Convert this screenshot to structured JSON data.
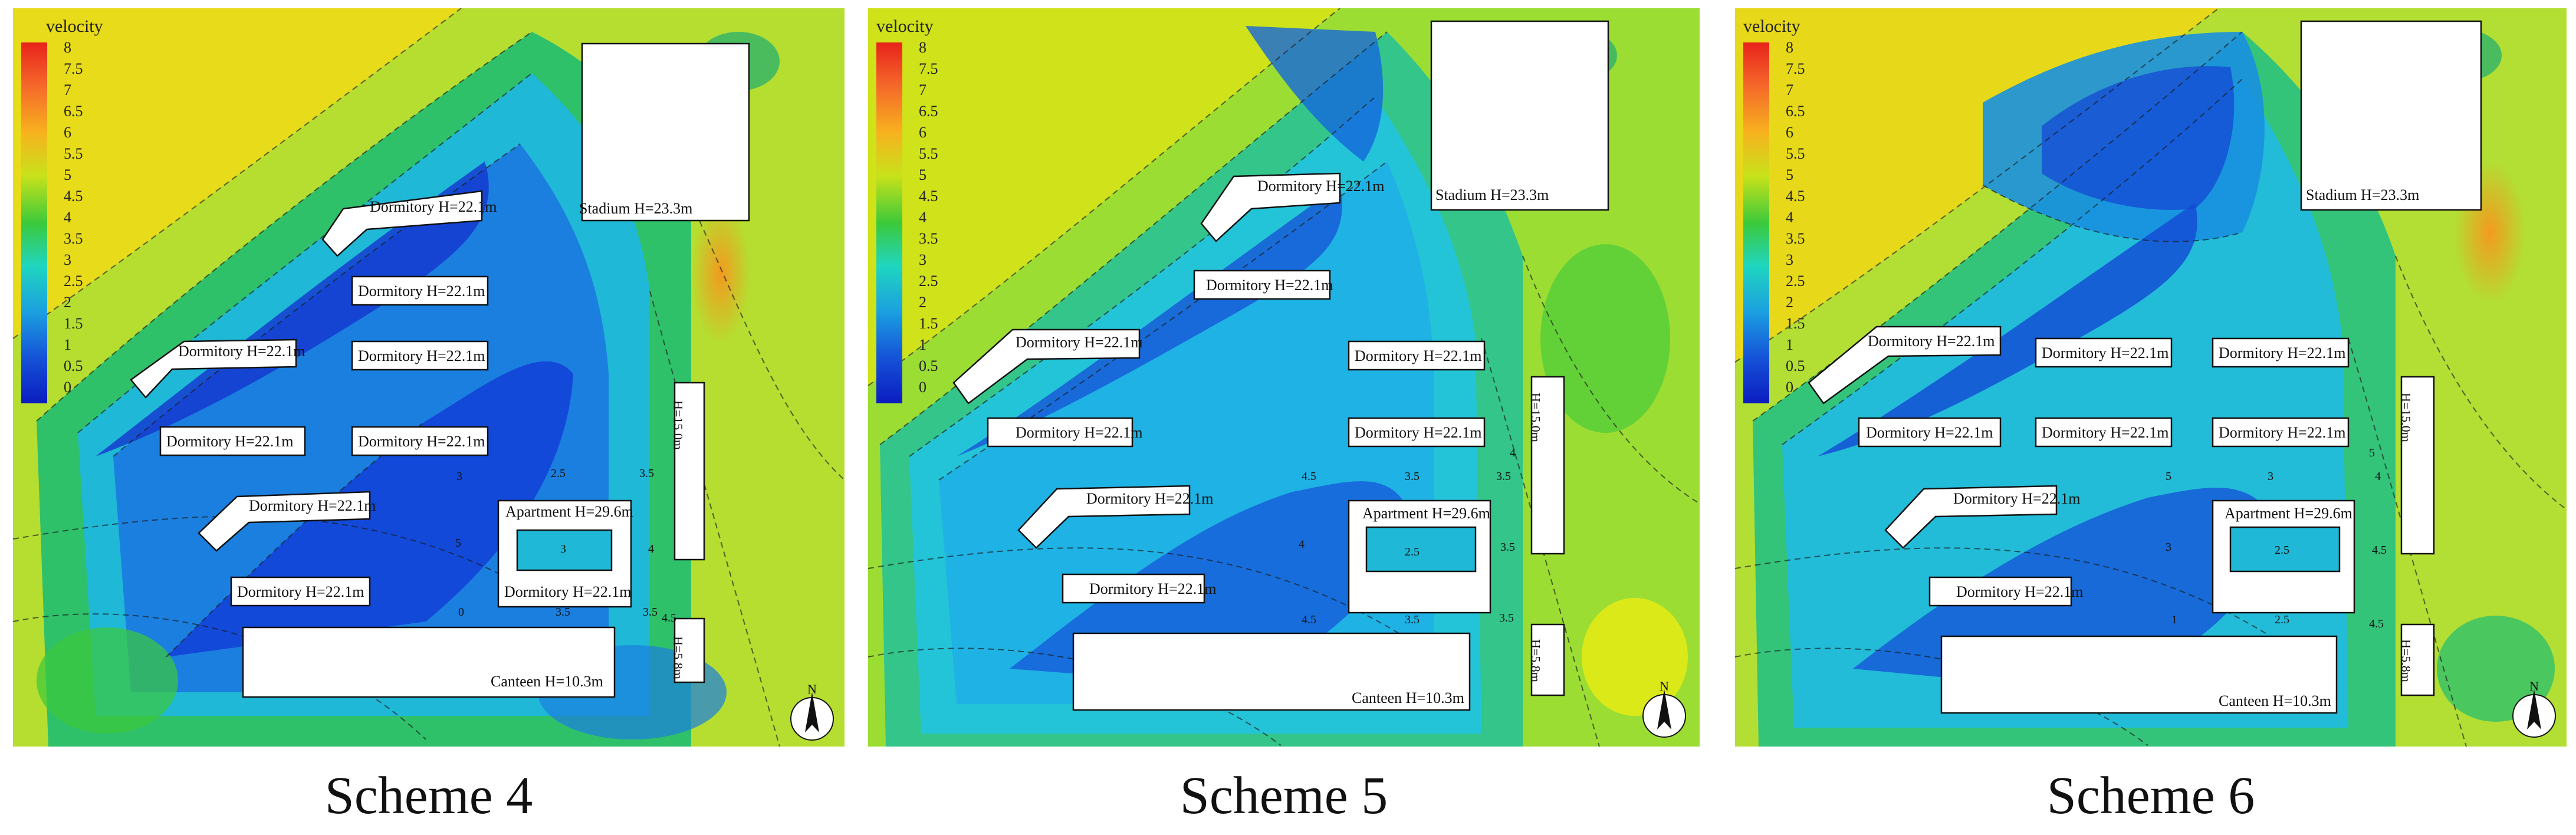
{
  "colorbar": {
    "title": "velocity",
    "ticks": [
      "8",
      "7.5",
      "7",
      "6.5",
      "6",
      "5.5",
      "5",
      "4.5",
      "4",
      "3.5",
      "3",
      "2.5",
      "2",
      "1.5",
      "1",
      "0.5",
      "0"
    ]
  },
  "panels": [
    {
      "caption": "Scheme 4",
      "buildings": [
        {
          "label": "Stadium H=23.3m"
        },
        {
          "label": "Dormitory H=22.1m"
        },
        {
          "label": "Dormitory H=22.1m"
        },
        {
          "label": "Dormitory H=22.1m"
        },
        {
          "label": "Dormitory H=22.1m"
        },
        {
          "label": "Dormitory H=22.1m"
        },
        {
          "label": "Dormitory H=22.1m"
        },
        {
          "label": "Dormitory H=22.1m"
        },
        {
          "label": "Dormitory H=22.1m"
        },
        {
          "label": "Apartment H=29.6m"
        },
        {
          "label": "Dormitory H=22.1m"
        },
        {
          "label": "H=15.0m"
        },
        {
          "label": "H=5.8m"
        },
        {
          "label": "Canteen H=10.3m"
        }
      ],
      "contour_labels": [
        "2.5",
        "3.5",
        "3",
        "5",
        "3",
        "4",
        "3.5",
        "0",
        "3.5",
        "4.5"
      ]
    },
    {
      "caption": "Scheme 5",
      "buildings": [
        {
          "label": "Stadium H=23.3m"
        },
        {
          "label": "Dormitory H=22.1m"
        },
        {
          "label": "Dormitory H=22.1m"
        },
        {
          "label": "Dormitory H=22.1m"
        },
        {
          "label": "Dormitory H=22.1m"
        },
        {
          "label": "Dormitory H=22.1m"
        },
        {
          "label": "Dormitory H=22.1m"
        },
        {
          "label": "Dormitory H=22.1m"
        },
        {
          "label": "Apartment H=29.6m"
        },
        {
          "label": "Dormitory H=22.1m"
        },
        {
          "label": "H=15.0m"
        },
        {
          "label": "H=5.8m"
        },
        {
          "label": "Canteen H=10.3m"
        }
      ],
      "contour_labels": [
        "4.5",
        "3.5",
        "3.5",
        "4",
        "2.5",
        "3.5",
        "4.5",
        "3.5",
        "3.5",
        "4"
      ]
    },
    {
      "caption": "Scheme 6",
      "buildings": [
        {
          "label": "Stadium H=23.3m"
        },
        {
          "label": "Dormitory H=22.1m"
        },
        {
          "label": "Dormitory H=22.1m"
        },
        {
          "label": "Dormitory H=22.1m"
        },
        {
          "label": "Dormitory H=22.1m"
        },
        {
          "label": "Dormitory H=22.1m"
        },
        {
          "label": "Dormitory H=22.1m"
        },
        {
          "label": "Dormitory H=22.1m"
        },
        {
          "label": "Apartment H=29.6m"
        },
        {
          "label": "Dormitory H=22.1m"
        },
        {
          "label": "H=15.0m"
        },
        {
          "label": "H=5.8m"
        },
        {
          "label": "Canteen H=10.3m"
        }
      ],
      "contour_labels": [
        "5",
        "3",
        "4",
        "3",
        "2.5",
        "4.5",
        "1",
        "2.5",
        "4.5",
        "5"
      ]
    }
  ],
  "north_label": "N"
}
